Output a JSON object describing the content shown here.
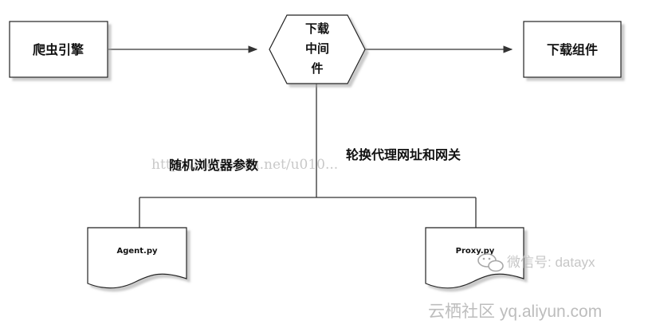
{
  "diagram": {
    "nodes": {
      "crawler_engine": "爬虫引擎",
      "download_middleware_lines": [
        "下载",
        "中间",
        "件"
      ],
      "downloader": "下载组件",
      "agent_doc": "Agent.py",
      "proxy_doc": "Proxy.py"
    },
    "edge_labels": {
      "random_browser_params": "随机浏览器参数",
      "rotate_proxy": "轮换代理网址和网关"
    }
  },
  "watermarks": {
    "csdn": "http://blog.csdn.net/u010...",
    "wechat": "微信号: datayx",
    "yunqi": "云栖社区 yq.aliyun.com"
  }
}
